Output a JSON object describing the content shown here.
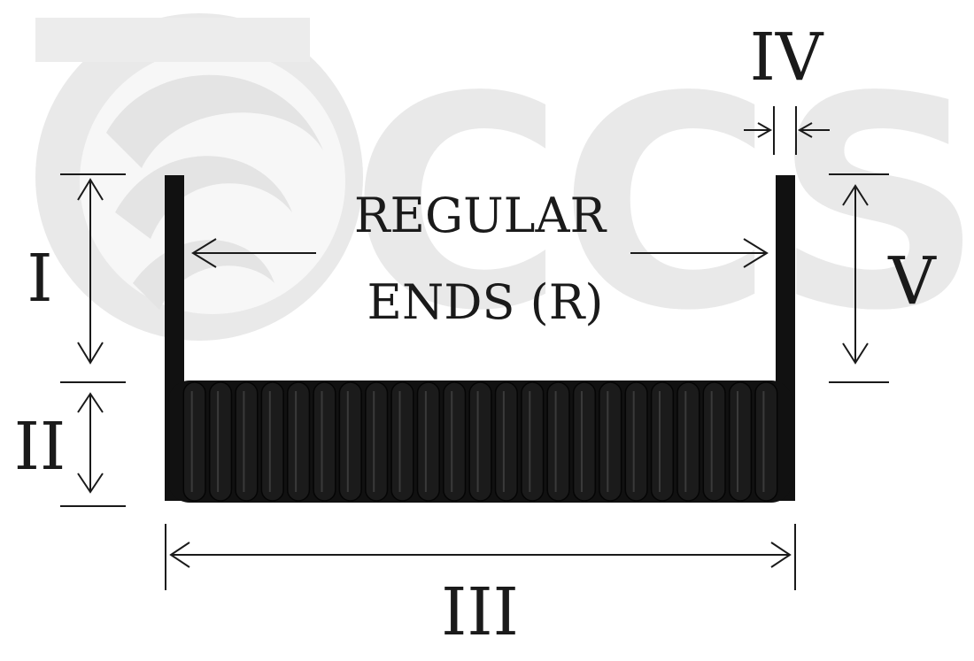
{
  "watermark": {
    "text": "CCS",
    "color": "#e9e9e9"
  },
  "colors": {
    "ink": "#1a1a1a",
    "spring": "#111111"
  },
  "labels": {
    "dim_1": "I",
    "dim_2": "II",
    "dim_3": "III",
    "dim_4": "IV",
    "dim_5": "V",
    "end_type_line1": "REGULAR",
    "end_type_line2": "ENDS (R)"
  },
  "spring": {
    "coil_count": 23
  }
}
